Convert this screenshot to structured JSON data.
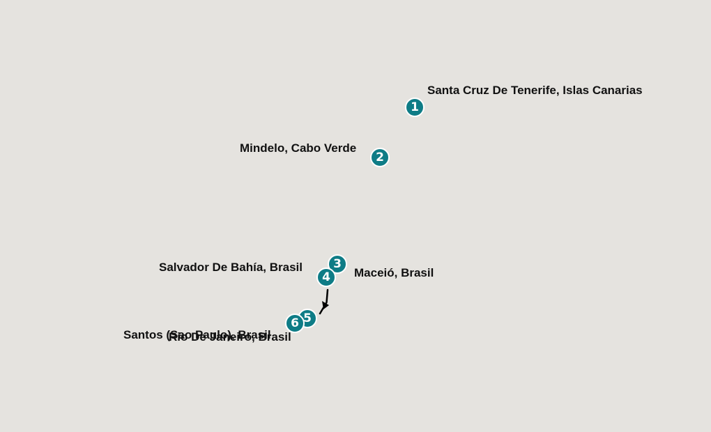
{
  "stops": [
    {
      "number": "1",
      "name": "Santa Cruz De Tenerife, Islas Canarias"
    },
    {
      "number": "2",
      "name": "Mindelo, Cabo Verde"
    },
    {
      "number": "3",
      "name": "Maceió, Brasil"
    },
    {
      "number": "4",
      "name": "Salvador De Bahía, Brasil"
    },
    {
      "number": "5",
      "name": "Rio De Janeiro, Brasil"
    },
    {
      "number": "6",
      "name": "Santos (Sao Paulo), Brasil"
    }
  ],
  "colors": {
    "background": "#e5e3df",
    "marker": "#0e7c86",
    "marker_border": "#ffffff",
    "route": "#000000",
    "label": "#111111"
  },
  "icons": {
    "marker": "numbered-circle-icon",
    "route_arrow": "arrow-head-icon"
  }
}
